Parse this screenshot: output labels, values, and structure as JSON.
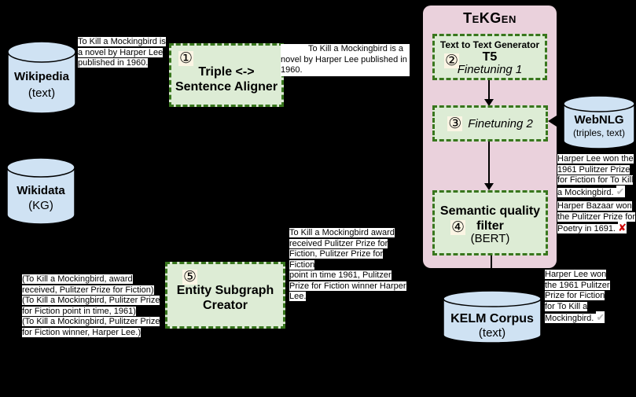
{
  "panel": {
    "title": "TeKGen"
  },
  "cylinders": {
    "wikipedia": {
      "name": "Wikipedia",
      "sub": "(text)"
    },
    "wikidata": {
      "name": "Wikidata",
      "sub": "(KG)"
    },
    "webnlg": {
      "name": "WebNLG",
      "sub": "(triples, text)"
    },
    "kelm": {
      "name": "KELM Corpus",
      "sub": "(text)"
    }
  },
  "boxes": {
    "aligner": {
      "num": "①",
      "label": "Triple <->\nSentence Aligner"
    },
    "t5": {
      "num": "②",
      "header": "Text to Text Generator",
      "model": "T5",
      "finetune": "Finetuning 1"
    },
    "finetune2": {
      "num": "③",
      "label": "Finetuning 2"
    },
    "filter": {
      "num": "④",
      "label": "Semantic quality\nfilter",
      "sub": "(BERT)"
    },
    "subgraph": {
      "num": "⑤",
      "label": "Entity Subgraph\nCreator"
    }
  },
  "notes": {
    "wiki_sentence": "To Kill a Mockingbird is\na novel by Harper Lee\npublished in 1960.",
    "aligned_sentence": "To Kill a Mockingbird is a\nnovel by Harper Lee published in\n1960.",
    "kg_triples": "(To Kill a Mockingbird, award\nreceived, Pulitzer Prize for Fiction)\n(To Kill a Mockingbird, Pulitzer Prize\nfor Fiction point in time, 1961)\n(To Kill a Mockingbird, Pulitzer Prize\nfor Fiction winner, Harper Lee.)",
    "subgraph_text": "To Kill a Mockingbird award\nreceived Pulitzer Prize for\nFiction, Pulitzer Prize for Fiction\npoint in time 1961, Pulitzer\nPrize for Fiction winner Harper\nLee.",
    "generated_accepted": {
      "text": "Harper Lee won the\n1961 Pulitzer Prize\nfor Fiction for To Kill\na Mockingbird. ",
      "mark": "✔"
    },
    "generated_rejected": {
      "text": "Harper Bazaar won\nthe Pulitzer Prize for\nPoetry in 1691. ",
      "mark": "✘"
    },
    "kelm_output": {
      "text": "Harper Lee won\nthe 1961 Pulitzer\nPrize for Fiction\nfor To Kill a\nMockingbird. ",
      "mark": "✔"
    }
  },
  "colors": {
    "bg": "#000000",
    "pink": "#ead1dc",
    "green-fill": "#ddecd5",
    "green-border": "#38761d",
    "blue-fill": "#cfe2f3",
    "note-bg": "#ffffff",
    "check": "#b7b7b7",
    "cross": "#cc0000",
    "num-bg": "#fbf5e4"
  }
}
